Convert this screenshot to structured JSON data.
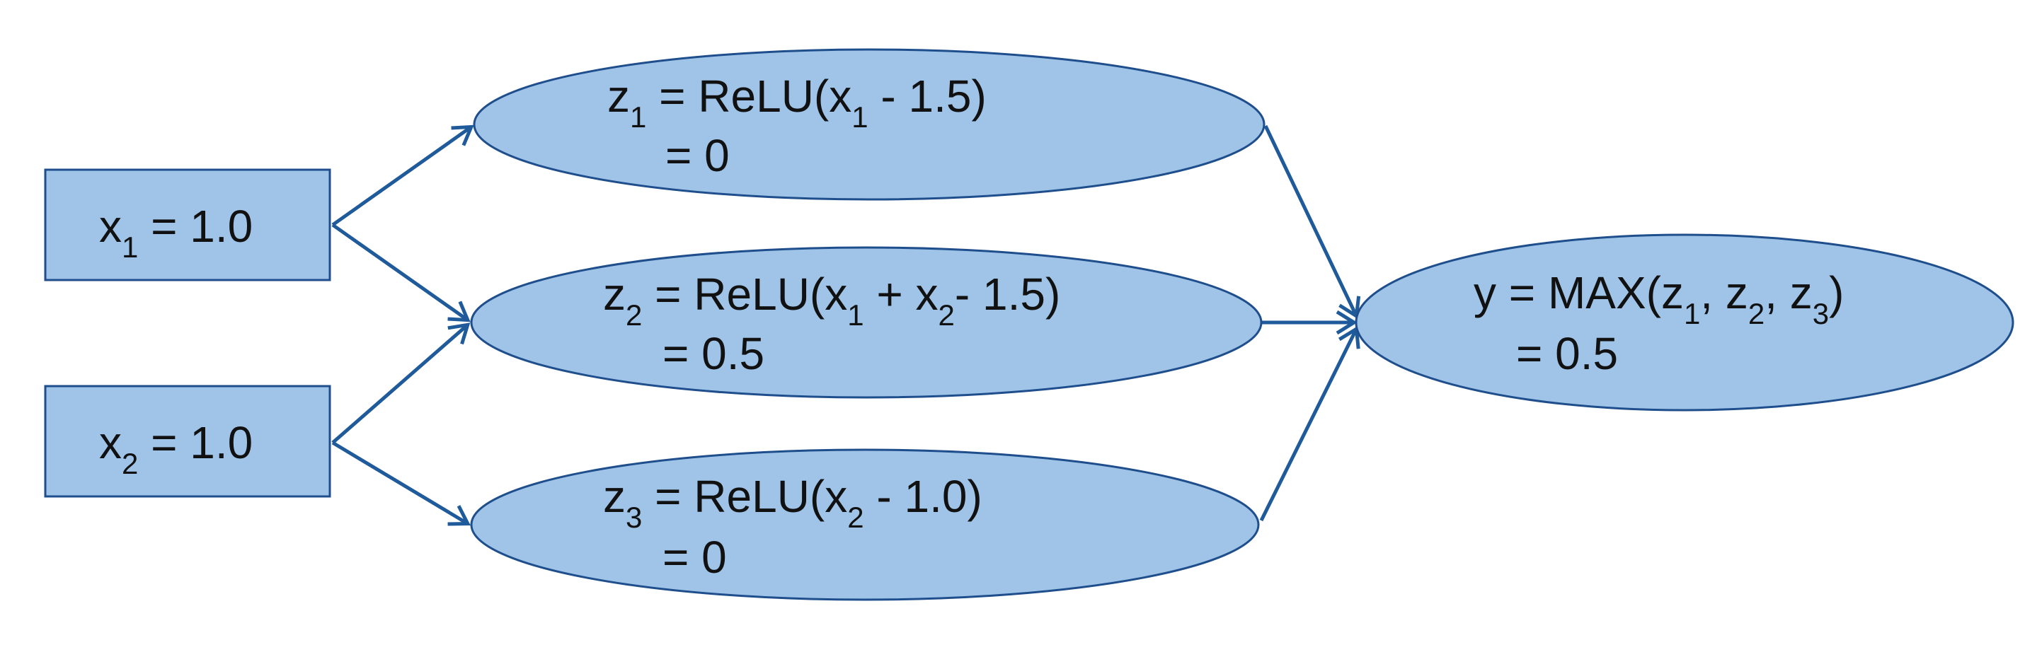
{
  "nodes": {
    "x1": {
      "var": "x",
      "sub": "1",
      "rest": " = 1.0"
    },
    "x2": {
      "var": "x",
      "sub": "2",
      "rest": " = 1.0"
    },
    "z1": {
      "line1": [
        {
          "t": "z"
        },
        {
          "t": "1",
          "sub": true
        },
        {
          "t": " = ReLU(x"
        },
        {
          "t": "1",
          "sub": true
        },
        {
          "t": " - 1.5)"
        }
      ],
      "line2": "= 0"
    },
    "z2": {
      "line1": [
        {
          "t": "z"
        },
        {
          "t": "2",
          "sub": true
        },
        {
          "t": " = ReLU(x"
        },
        {
          "t": "1",
          "sub": true
        },
        {
          "t": " + x"
        },
        {
          "t": "2",
          "sub": true
        },
        {
          "t": "- 1.5)"
        }
      ],
      "line2": "= 0.5"
    },
    "z3": {
      "line1": [
        {
          "t": "z"
        },
        {
          "t": "3",
          "sub": true
        },
        {
          "t": " = ReLU(x"
        },
        {
          "t": "2",
          "sub": true
        },
        {
          "t": " - 1.0)"
        }
      ],
      "line2": "= 0"
    },
    "y": {
      "line1": [
        {
          "t": "y = MAX(z"
        },
        {
          "t": "1",
          "sub": true
        },
        {
          "t": ", z"
        },
        {
          "t": "2",
          "sub": true
        },
        {
          "t": ", z"
        },
        {
          "t": "3",
          "sub": true
        },
        {
          "t": ")"
        }
      ],
      "line2": "= 0.5"
    }
  },
  "colors": {
    "node_fill": "#9fc4e8",
    "node_stroke": "#1f4e8c",
    "edge": "#1f5a9a"
  }
}
